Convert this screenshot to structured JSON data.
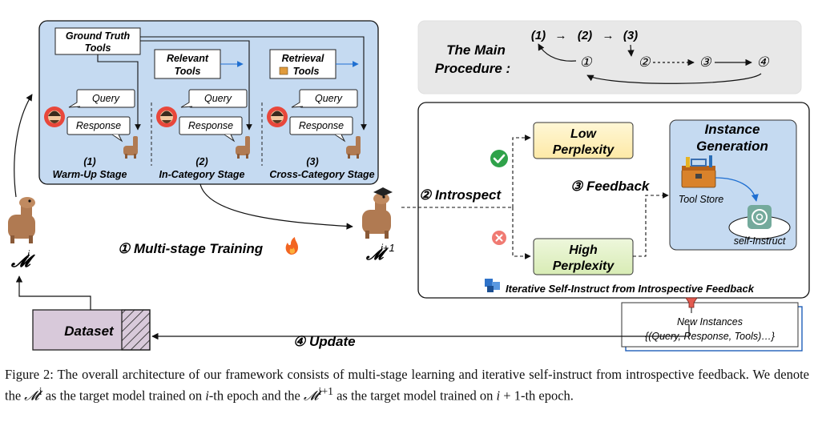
{
  "stages_panel": {
    "ground_truth_tools": [
      "Ground Truth",
      "Tools"
    ],
    "relevant_tools": [
      "Relevant",
      "Tools"
    ],
    "retrieval_tools": [
      "Retrieval",
      "Tools"
    ],
    "query": "Query",
    "response": "Response",
    "stages": [
      {
        "num": "(1)",
        "name": "Warm-Up Stage"
      },
      {
        "num": "(2)",
        "name": "In-Category Stage"
      },
      {
        "num": "(3)",
        "name": "Cross-Category Stage"
      }
    ]
  },
  "procedure": {
    "title_line1": "The Main",
    "title_line2": "Procedure :",
    "top_steps": [
      "(1)",
      "(2)",
      "(3)"
    ],
    "arrow": "→",
    "circled": [
      "①",
      "②",
      "③",
      "④"
    ]
  },
  "training_label": "① Multi-stage Training",
  "model_i_label": "𝓜",
  "model_i_sup": "i",
  "model_next_label": "𝓜",
  "model_next_sup": "i+1",
  "introspect_label": "② Introspect",
  "feedback_label": "③ Feedback",
  "low_perplexity": [
    "Low",
    "Perplexity"
  ],
  "high_perplexity": [
    "High",
    "Perplexity"
  ],
  "instance_generation": {
    "title": [
      "Instance",
      "Generation"
    ],
    "tool_store": "Tool Store",
    "self_instruct": "self-Instruct"
  },
  "iterative_label": "Iterative Self-Instruct from Introspective Feedback",
  "dataset_label": "Dataset",
  "update_label": "④ Update",
  "new_instances": [
    "New Instances",
    "{(Query, Response, Tools)…}"
  ],
  "caption": {
    "p1": "Figure 2: The overall architecture of our framework consists of multi-stage learning and iterative self-instruct from introspective feedback. We denote the ",
    "m1": "𝓜",
    "s1": "i",
    "p2": " as the target model trained on ",
    "i1": "i",
    "p3": "-th epoch and the ",
    "m2": "𝓜",
    "s2": "i+1",
    "p4": " as the target model trained on ",
    "i2": "i",
    "p5": " + 1-th epoch."
  }
}
